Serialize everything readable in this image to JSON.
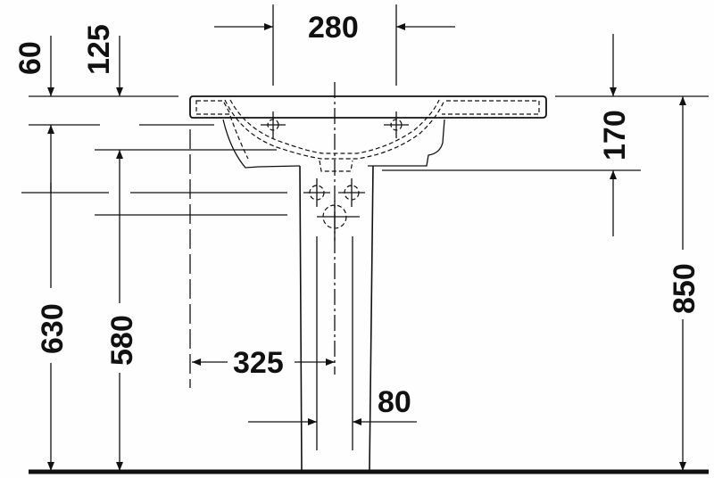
{
  "drawing": {
    "type": "Washbasin with pedestal - front elevation, dimensions in mm",
    "line_color": "#111111",
    "background": "#fdfefd"
  },
  "dimensions": {
    "tap_hole_spacing": "280",
    "top_offset_60": "60",
    "top_offset_125": "125",
    "basin_height": "170",
    "overall_height": "850",
    "rim_height_630": "630",
    "outlet_height_580": "580",
    "waste_offset": "325",
    "pedestal_width": "80"
  }
}
